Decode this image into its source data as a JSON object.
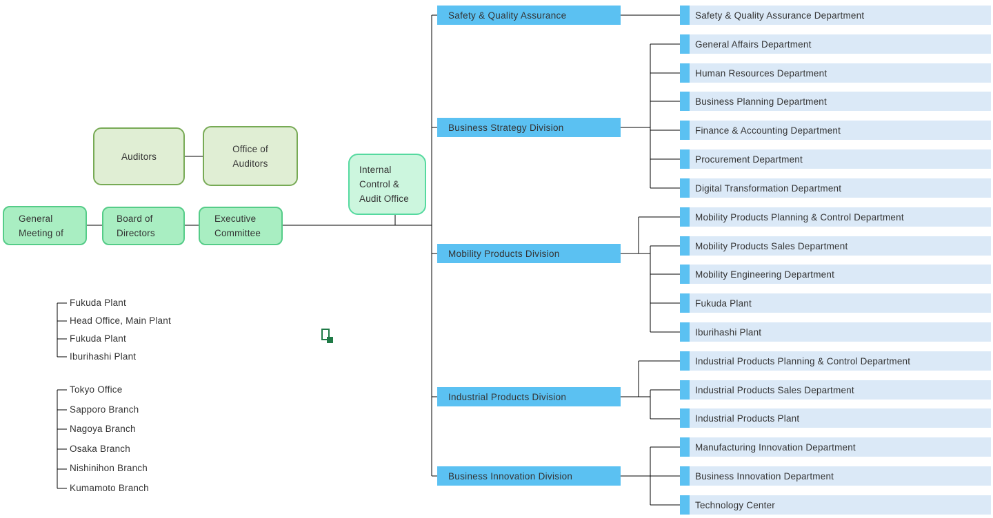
{
  "boxes": {
    "general_meeting": "General\nMeeting of",
    "board_of_directors": "Board of\nDirectors",
    "executive_committee": "Executive\nCommittee",
    "auditors": "Auditors",
    "office_of_auditors": "Office of\nAuditors",
    "internal_control": "Internal\nControl &\nAudit Office"
  },
  "divisions": [
    "Safety & Quality Assurance",
    "Business Strategy Division",
    "Mobility Products Division",
    "Industrial Products Division",
    "Business Innovation Division"
  ],
  "departments": [
    "Safety & Quality Assurance Department",
    "General Affairs Department",
    "Human Resources Department",
    "Business Planning Department",
    "Finance & Accounting Department",
    "Procurement Department",
    "Digital Transformation Department",
    "Mobility Products Planning & Control Department",
    "Mobility Products Sales Department",
    "Mobility Engineering Department",
    "Fukuda Plant",
    "Iburihashi Plant",
    "Industrial Products Planning & Control Department",
    "Industrial Products Sales Department",
    "Industrial Products Plant",
    "Manufacturing Innovation Department",
    "Business Innovation Department",
    "Technology Center"
  ],
  "plant_list": [
    "Fukuda Plant",
    "Head Office, Main Plant",
    "Fukuda Plant",
    "Iburihashi Plant"
  ],
  "branch_list": [
    "Tokyo Office",
    "Sapporo Branch",
    "Nagoya Branch",
    "Osaka Branch",
    "Nishinihon Branch",
    "Kumamoto Branch"
  ],
  "icons": {
    "document_icon": "document-icon"
  },
  "colors": {
    "division_blue": "#5bc1f2",
    "dept_fill": "#dbe9f7",
    "green_fill": "#a9eec2",
    "green_border": "#55cc88",
    "pale_green_fill": "#e0eed4",
    "pale_green_border": "#77aa55",
    "mint_fill": "#ccf6de",
    "mint_border": "#55d99f",
    "icon_green": "#1f7a46",
    "line_black": "#000000",
    "text_dark": "#333333"
  }
}
